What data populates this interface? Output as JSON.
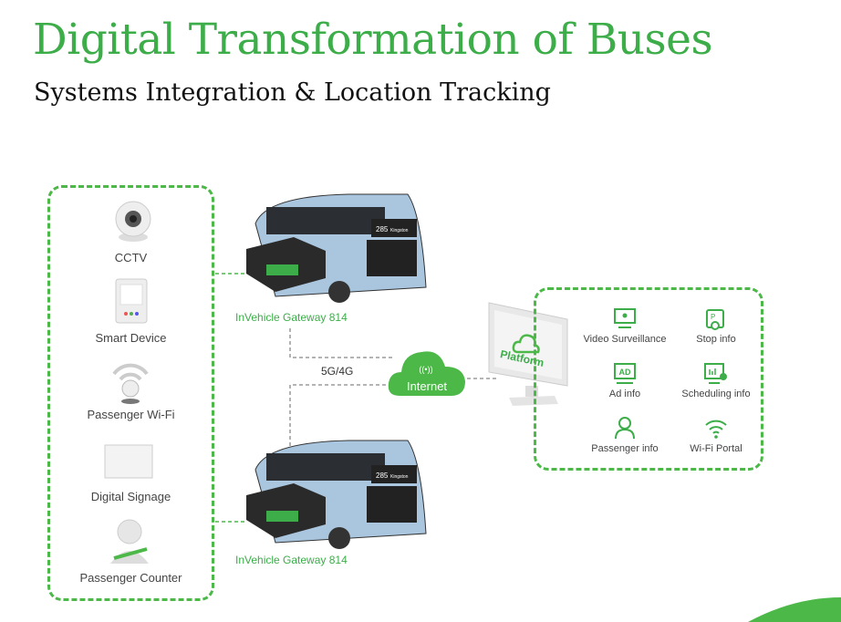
{
  "title": "Digital Transformation of Buses",
  "subtitle": "Systems Integration & Location Tracking",
  "devices": [
    {
      "label": "CCTV",
      "icon": "cctv-camera-icon"
    },
    {
      "label": "Smart Device",
      "icon": "smart-device-icon"
    },
    {
      "label": "Passenger Wi-Fi",
      "icon": "wifi-router-icon"
    },
    {
      "label": "Digital Signage",
      "icon": "digital-signage-icon"
    },
    {
      "label": "Passenger Counter",
      "icon": "passenger-counter-icon"
    }
  ],
  "gateways": [
    {
      "label": "InVehicle Gateway 814"
    },
    {
      "label": "InVehicle Gateway 814"
    }
  ],
  "bus_sign": {
    "route": "285",
    "destination": "Kingston"
  },
  "network": {
    "link_label": "5G/4G",
    "cloud_label": "Internet"
  },
  "platform": {
    "label": "Platform"
  },
  "services": [
    {
      "label": "Video Surveillance",
      "icon": "video-surveillance-icon"
    },
    {
      "label": "Stop info",
      "icon": "stop-info-icon"
    },
    {
      "label": "Ad info",
      "icon": "ad-icon",
      "icon_text": "AD"
    },
    {
      "label": "Scheduling info",
      "icon": "scheduling-icon"
    },
    {
      "label": "Passenger info",
      "icon": "passenger-icon"
    },
    {
      "label": "Wi-Fi Portal",
      "icon": "wifi-icon"
    }
  ],
  "colors": {
    "green": "#3cad49",
    "bus": "#a9c6de"
  }
}
